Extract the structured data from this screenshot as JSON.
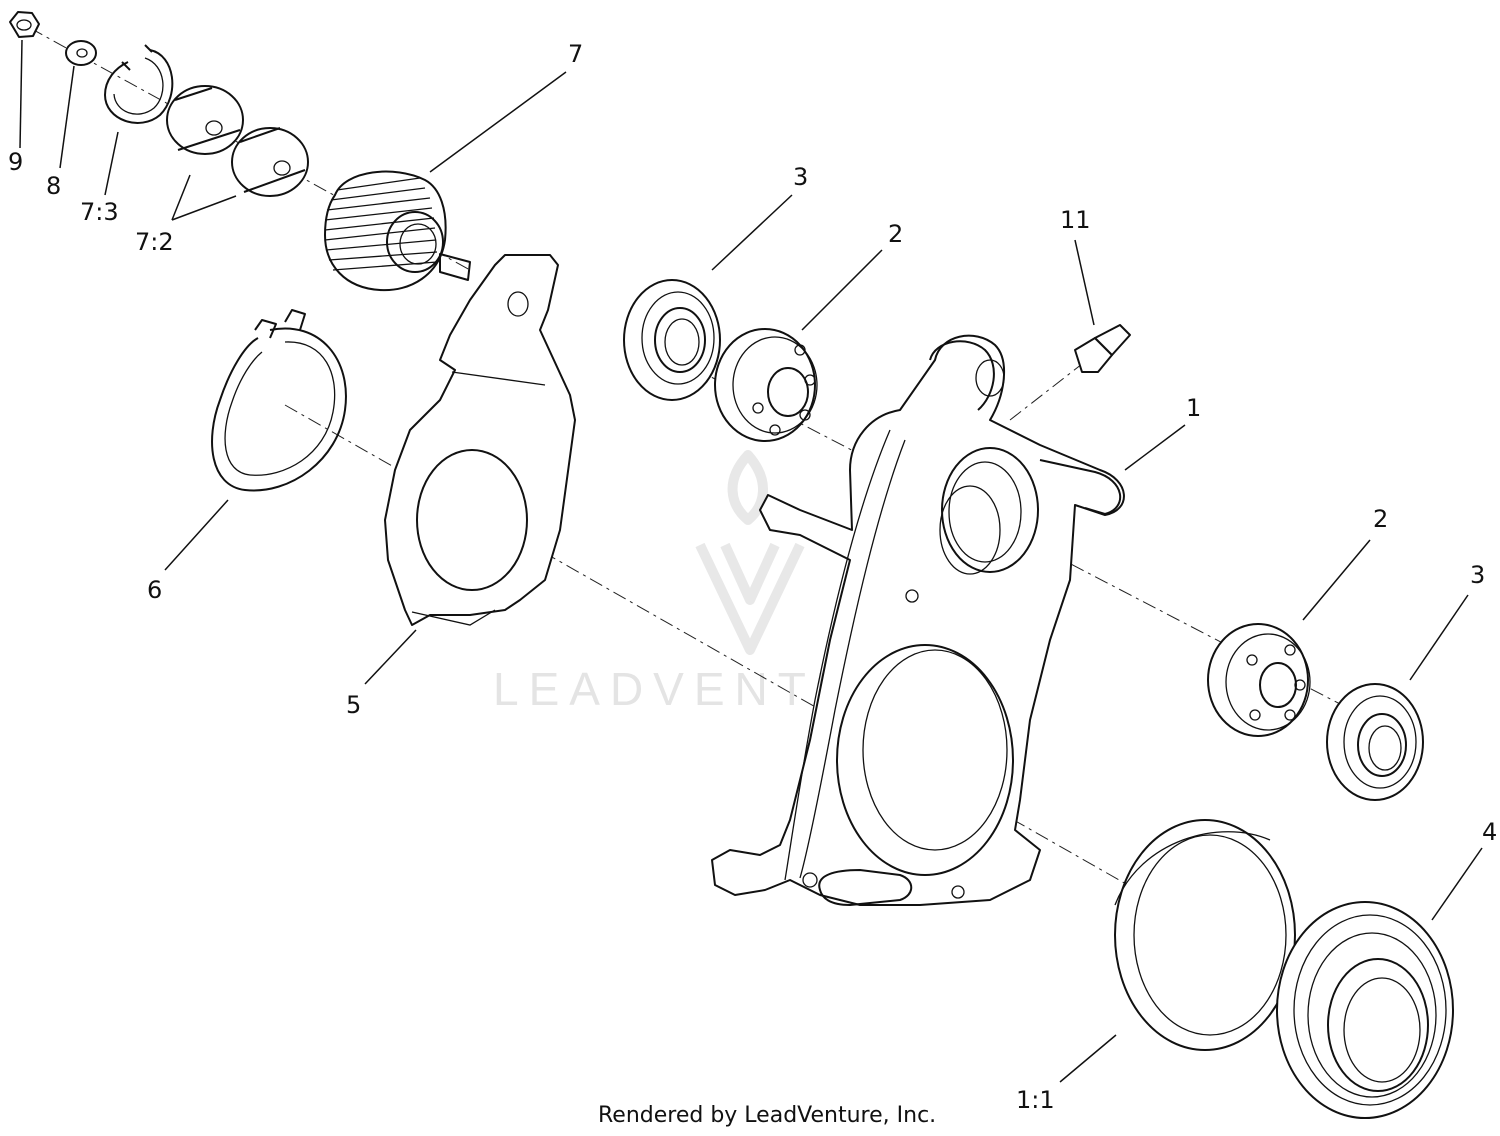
{
  "diagram": {
    "callouts": [
      {
        "id": "9",
        "text": "9"
      },
      {
        "id": "8",
        "text": "8"
      },
      {
        "id": "7-3",
        "text": "7:3"
      },
      {
        "id": "7-2",
        "text": "7:2"
      },
      {
        "id": "7",
        "text": "7"
      },
      {
        "id": "6",
        "text": "6"
      },
      {
        "id": "5",
        "text": "5"
      },
      {
        "id": "3-top",
        "text": "3"
      },
      {
        "id": "2-top",
        "text": "2"
      },
      {
        "id": "11",
        "text": "11"
      },
      {
        "id": "1",
        "text": "1"
      },
      {
        "id": "2-right",
        "text": "2"
      },
      {
        "id": "3-right",
        "text": "3"
      },
      {
        "id": "4",
        "text": "4"
      },
      {
        "id": "1-1",
        "text": "1:1"
      }
    ],
    "watermark": "LEADVENTURE",
    "footer": "Rendered by LeadVenture, Inc."
  },
  "colors": {
    "line": "#111111",
    "watermark": "#e4e4e4",
    "background": "#ffffff"
  }
}
